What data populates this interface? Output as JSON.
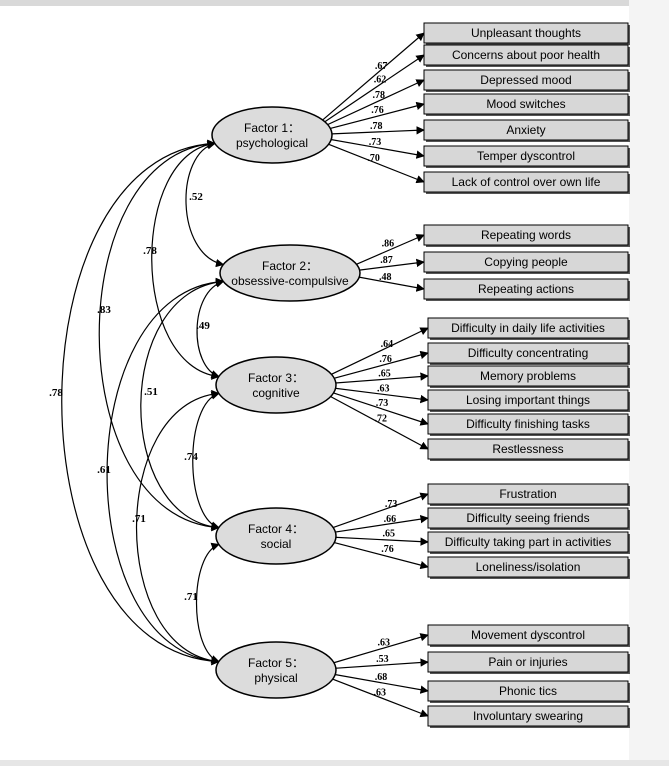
{
  "factors": [
    {
      "line1": "Factor 1：",
      "line2": "psychological"
    },
    {
      "line1": "Factor 2：",
      "line2": "obsessive-compulsive"
    },
    {
      "line1": "Factor 3：",
      "line2": "cognitive"
    },
    {
      "line1": "Factor 4：",
      "line2": "social"
    },
    {
      "line1": "Factor 5：",
      "line2": "physical"
    }
  ],
  "items": [
    {
      "factor": 0,
      "label": "Unpleasant thoughts",
      "loading": ".67"
    },
    {
      "factor": 0,
      "label": "Concerns about poor health",
      "loading": ".62"
    },
    {
      "factor": 0,
      "label": "Depressed mood",
      "loading": ".78"
    },
    {
      "factor": 0,
      "label": "Mood switches",
      "loading": ".76"
    },
    {
      "factor": 0,
      "label": "Anxiety",
      "loading": ".78"
    },
    {
      "factor": 0,
      "label": "Temper dyscontrol",
      "loading": ".73"
    },
    {
      "factor": 0,
      "label": "Lack of control over own life",
      "loading": ".70"
    },
    {
      "factor": 1,
      "label": "Repeating words",
      "loading": ".86"
    },
    {
      "factor": 1,
      "label": "Copying people",
      "loading": ".87"
    },
    {
      "factor": 1,
      "label": "Repeating actions",
      "loading": ".48"
    },
    {
      "factor": 2,
      "label": "Difficulty in daily life activities",
      "loading": ".64"
    },
    {
      "factor": 2,
      "label": "Difficulty concentrating",
      "loading": ".76"
    },
    {
      "factor": 2,
      "label": "Memory problems",
      "loading": ".65"
    },
    {
      "factor": 2,
      "label": "Losing important things",
      "loading": ".63"
    },
    {
      "factor": 2,
      "label": "Difficulty finishing tasks",
      "loading": ".73"
    },
    {
      "factor": 2,
      "label": "Restlessness",
      "loading": ".72"
    },
    {
      "factor": 3,
      "label": "Frustration",
      "loading": ".73"
    },
    {
      "factor": 3,
      "label": "Difficulty seeing friends",
      "loading": ".66"
    },
    {
      "factor": 3,
      "label": "Difficulty taking part in activities",
      "loading": ".65"
    },
    {
      "factor": 3,
      "label": "Loneliness/isolation",
      "loading": ".76"
    },
    {
      "factor": 4,
      "label": "Movement dyscontrol",
      "loading": ".63"
    },
    {
      "factor": 4,
      "label": "Pain or injuries",
      "loading": ".53"
    },
    {
      "factor": 4,
      "label": "Phonic tics",
      "loading": ".68"
    },
    {
      "factor": 4,
      "label": "Involuntary swearing",
      "loading": ".63"
    }
  ],
  "correlations": [
    {
      "from": 0,
      "to": 1,
      "value": ".52"
    },
    {
      "from": 0,
      "to": 2,
      "value": ".78"
    },
    {
      "from": 0,
      "to": 3,
      "value": ".83"
    },
    {
      "from": 0,
      "to": 4,
      "value": ".78"
    },
    {
      "from": 1,
      "to": 2,
      "value": ".49"
    },
    {
      "from": 1,
      "to": 3,
      "value": ".51"
    },
    {
      "from": 1,
      "to": 4,
      "value": ".61"
    },
    {
      "from": 2,
      "to": 3,
      "value": ".74"
    },
    {
      "from": 2,
      "to": 4,
      "value": ".71"
    },
    {
      "from": 3,
      "to": 4,
      "value": ".71"
    }
  ],
  "colors": {
    "ellipse_fill": "#dcdcdc",
    "box_fill": "#d7d7d7",
    "stroke": "#000000"
  }
}
